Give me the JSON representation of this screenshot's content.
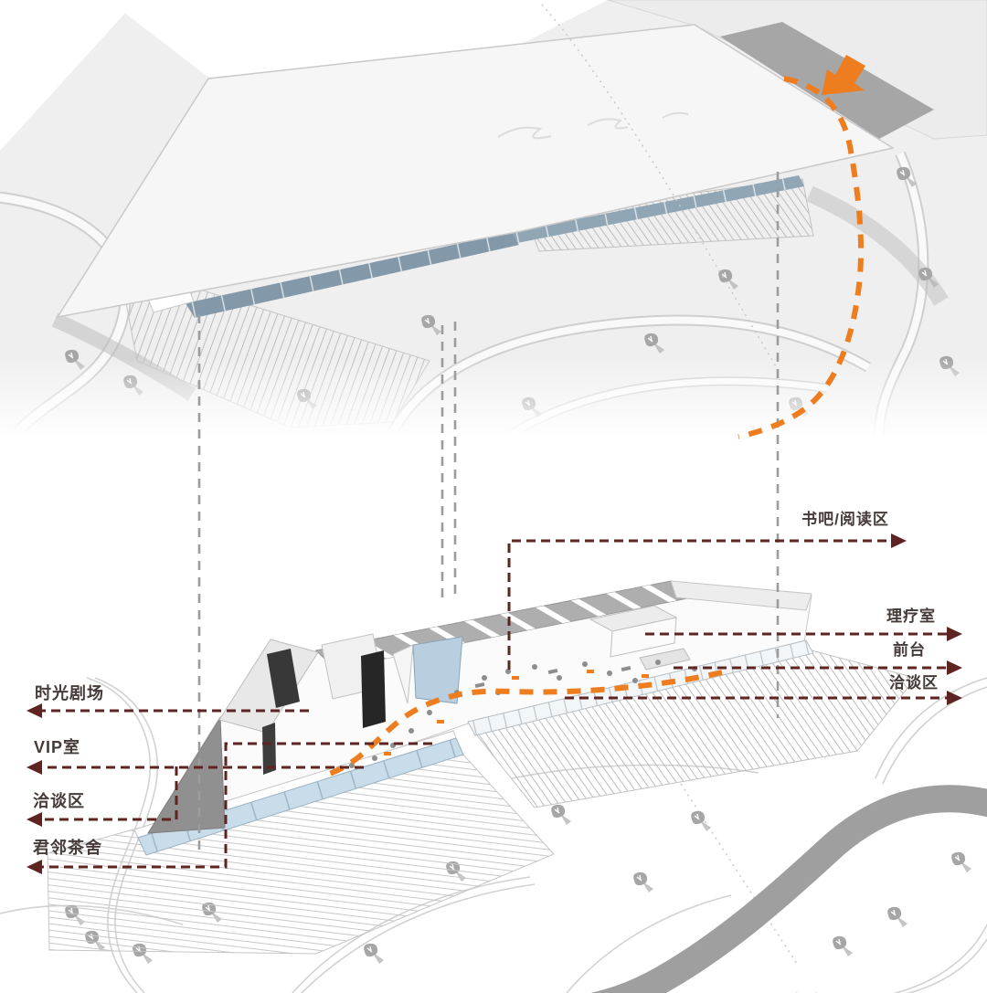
{
  "colors": {
    "route_orange": "#ED7D1F",
    "annotation_maroon": "#5E2421",
    "label_text": "#453B38",
    "projection_line_gray": "#9C9C9C",
    "terrain_gray": "#EFEFEF",
    "dark_road_gray": "#A6A6A6",
    "entry_band_gray": "#A6A6A6",
    "glazing_blue": "#C9DCEA",
    "skylight_blue_gray": "#8398A8"
  },
  "annotations": {
    "right_labels": [
      {
        "id": "bookbar",
        "text": "书吧/阅读区"
      },
      {
        "id": "physio",
        "text": "理疗室"
      },
      {
        "id": "frontdesk",
        "text": "前台"
      },
      {
        "id": "negotiation_right",
        "text": "洽谈区"
      }
    ],
    "left_labels": [
      {
        "id": "theater",
        "text": "时光剧场"
      },
      {
        "id": "vip",
        "text": "VIP室"
      },
      {
        "id": "negotiation_left",
        "text": "洽谈区"
      },
      {
        "id": "teahouse",
        "text": "君邻茶舍"
      }
    ]
  },
  "icons": [
    {
      "name": "entry-arrow-icon",
      "color": "#ED7D1F"
    },
    {
      "name": "leader-arrowhead-icon",
      "color": "#5E2421"
    },
    {
      "name": "tree-icon",
      "color": "#A6A6A6"
    }
  ]
}
